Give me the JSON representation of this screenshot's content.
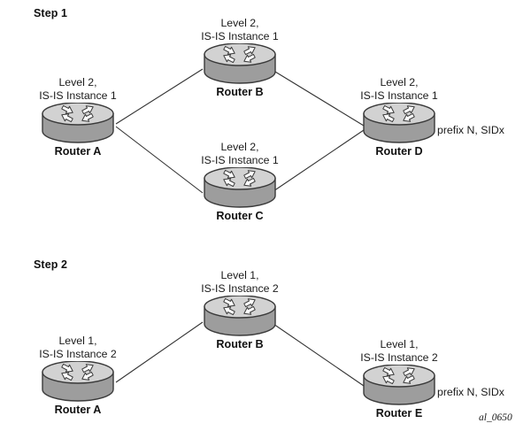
{
  "figure": {
    "id_label": "al_0650",
    "link_color": "#333333",
    "router_top_color": "#d2d2d2",
    "router_body_color": "#9d9d9d",
    "router_outline_color": "#3a3a3a",
    "text_color": "#1a1a1a"
  },
  "steps": [
    {
      "label": "Step 1"
    },
    {
      "label": "Step 2"
    }
  ],
  "step1": {
    "nodes": [
      {
        "name": "router-a",
        "caption_line1": "Level 2,",
        "caption_line2": "IS-IS Instance 1",
        "label": "Router A"
      },
      {
        "name": "router-b",
        "caption_line1": "Level 2,",
        "caption_line2": "IS-IS Instance 1",
        "label": "Router B"
      },
      {
        "name": "router-c",
        "caption_line1": "Level 2,",
        "caption_line2": "IS-IS Instance 1",
        "label": "Router C"
      },
      {
        "name": "router-d",
        "caption_line1": "Level 2,",
        "caption_line2": "IS-IS Instance 1",
        "label": "Router D",
        "annotation": "prefix N, SIDx"
      }
    ],
    "links": [
      {
        "from": "Router A",
        "to": "Router B"
      },
      {
        "from": "Router A",
        "to": "Router C"
      },
      {
        "from": "Router B",
        "to": "Router D"
      },
      {
        "from": "Router C",
        "to": "Router D"
      }
    ]
  },
  "step2": {
    "nodes": [
      {
        "name": "router-a",
        "caption_line1": "Level 1,",
        "caption_line2": "IS-IS Instance 2",
        "label": "Router A"
      },
      {
        "name": "router-b",
        "caption_line1": "Level 1,",
        "caption_line2": "IS-IS Instance 2",
        "label": "Router B"
      },
      {
        "name": "router-e",
        "caption_line1": "Level 1,",
        "caption_line2": "IS-IS Instance 2",
        "label": "Router E",
        "annotation": "prefix N, SIDx"
      }
    ],
    "links": [
      {
        "from": "Router A",
        "to": "Router B"
      },
      {
        "from": "Router B",
        "to": "Router E"
      }
    ]
  }
}
